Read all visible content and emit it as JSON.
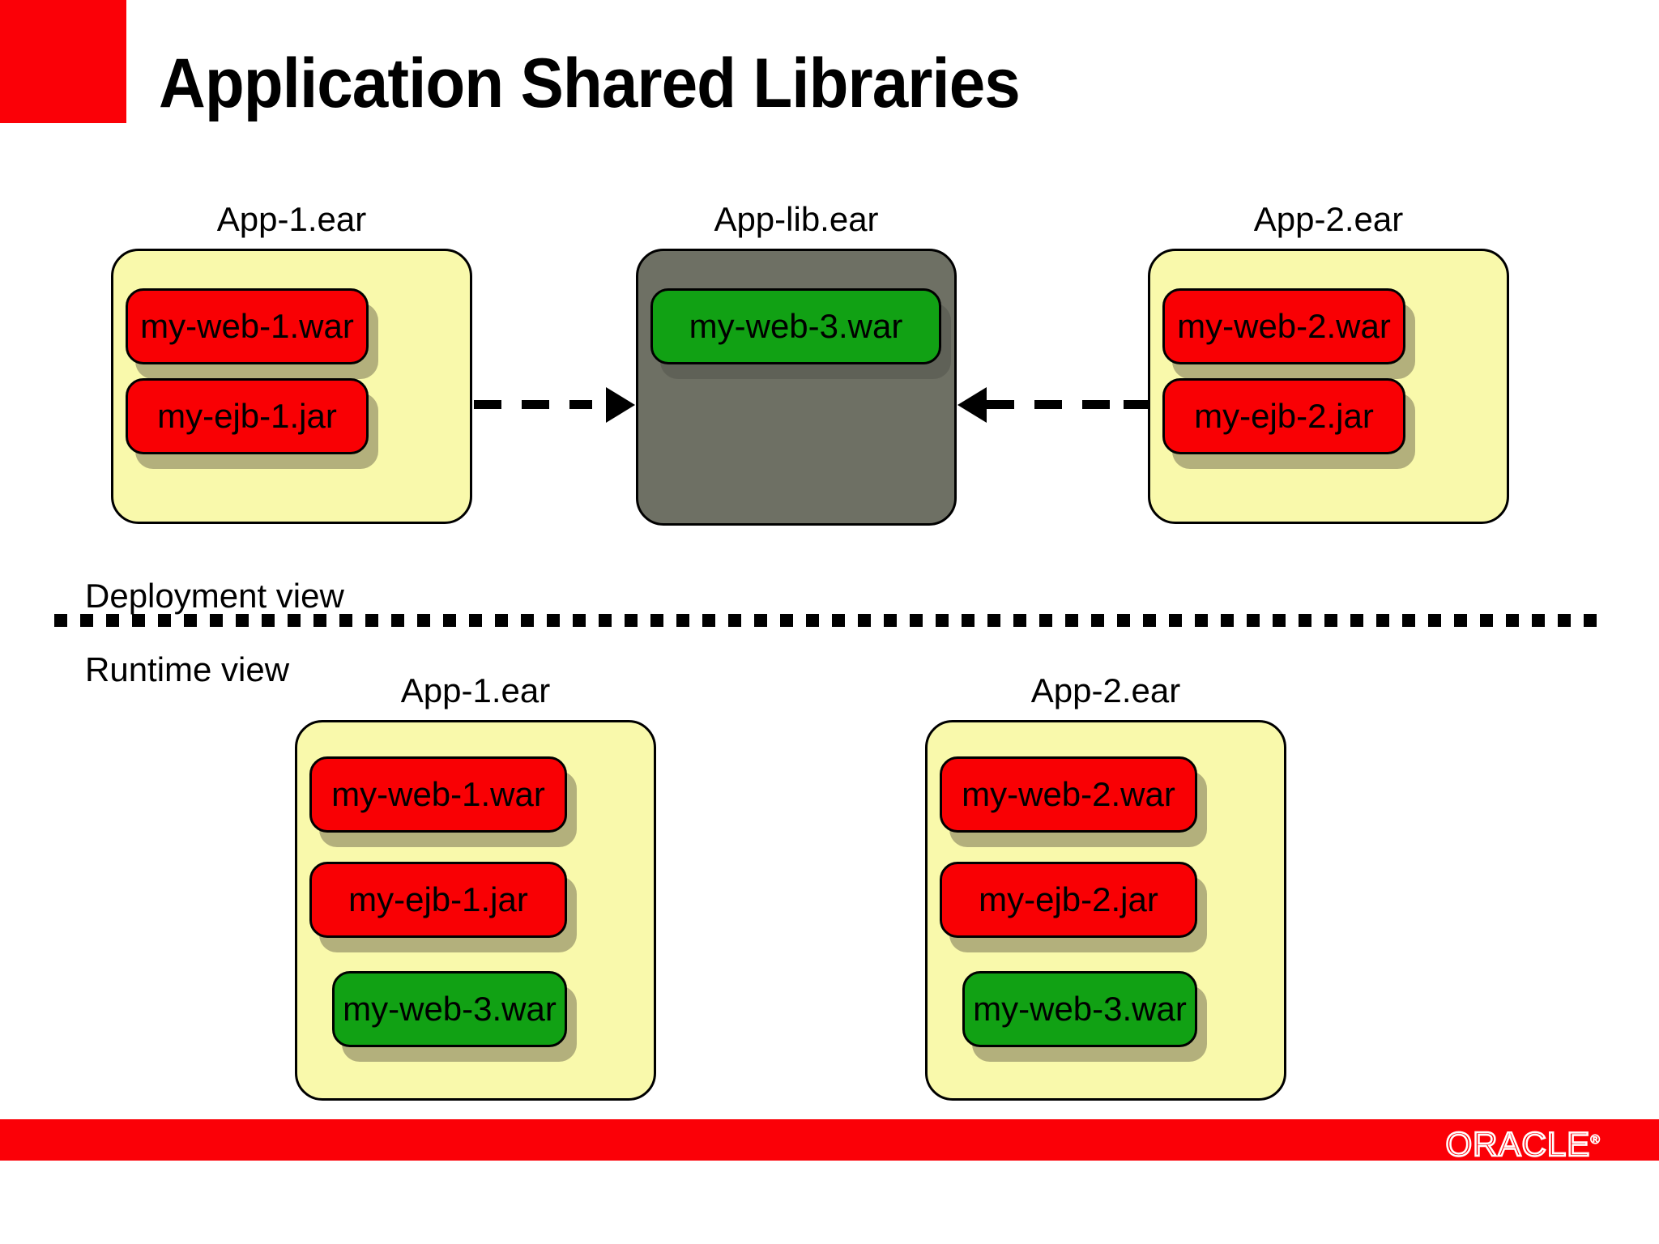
{
  "slide": {
    "title": "Application Shared Libraries",
    "accent_color": "#fb0007",
    "background_color": "#ffffff"
  },
  "deployment_view": {
    "section_label": "Deployment view",
    "packages": [
      {
        "name": "App-1.ear",
        "container_color": "#f9f9ab",
        "modules": [
          {
            "name": "my-web-1.war",
            "color": "#f90004"
          },
          {
            "name": "my-ejb-1.jar",
            "color": "#f90004"
          }
        ]
      },
      {
        "name": "App-lib.ear",
        "container_color": "#6e7064",
        "modules": [
          {
            "name": "my-web-3.war",
            "color": "#11a114"
          }
        ]
      },
      {
        "name": "App-2.ear",
        "container_color": "#f9f9ab",
        "modules": [
          {
            "name": "my-web-2.war",
            "color": "#f90004"
          },
          {
            "name": "my-ejb-2.jar",
            "color": "#f90004"
          }
        ]
      }
    ],
    "connectors": [
      {
        "from": "App-1.ear",
        "to": "App-lib.ear",
        "style": "dashed",
        "direction": "right"
      },
      {
        "from": "App-2.ear",
        "to": "App-lib.ear",
        "style": "dashed",
        "direction": "left"
      }
    ]
  },
  "runtime_view": {
    "section_label": "Runtime view",
    "packages": [
      {
        "name": "App-1.ear",
        "container_color": "#f9f9ab",
        "modules": [
          {
            "name": "my-web-1.war",
            "color": "#f90004"
          },
          {
            "name": "my-ejb-1.jar",
            "color": "#f90004"
          },
          {
            "name": "my-web-3.war",
            "color": "#11a114"
          }
        ]
      },
      {
        "name": "App-2.ear",
        "container_color": "#f9f9ab",
        "modules": [
          {
            "name": "my-web-2.war",
            "color": "#f90004"
          },
          {
            "name": "my-ejb-2.jar",
            "color": "#f90004"
          },
          {
            "name": "my-web-3.war",
            "color": "#11a114"
          }
        ]
      }
    ]
  },
  "footer": {
    "brand": "ORACLE",
    "trademark": "®",
    "bar_color": "#fb0007"
  }
}
